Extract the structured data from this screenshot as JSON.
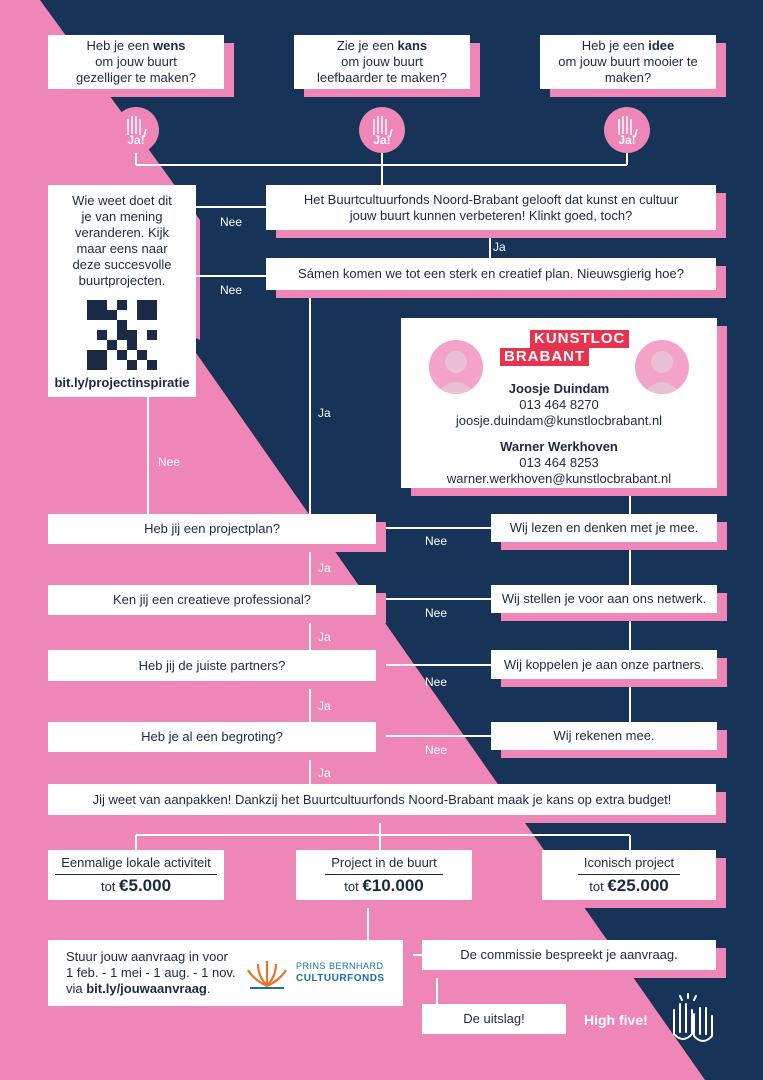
{
  "questions": {
    "wens": {
      "pre": "Heb je een ",
      "bold": "wens",
      "post": "om jouw buurt gezelliger te maken?"
    },
    "kans": {
      "pre": "Zie je een ",
      "bold": "kans",
      "post": "om jouw buurt leefbaarder te maken?"
    },
    "idee": {
      "pre": "Heb je een ",
      "bold": "idee",
      "post": "om jouw buurt mooier te maken?"
    }
  },
  "ja_badge": "Ja!",
  "belief": "Het Buurtcultuurfonds Noord-Brabant gelooft dat kunst en cultuur jouw buurt kunnen verbeteren! Klinkt goed, toch?",
  "together": "Sámen komen we tot een sterk en creatief plan. Nieuwsgierig hoe?",
  "inspiration": {
    "text": "Wie weet doet dit je van mening veranderen. Kijk maar eens naar deze succesvolle buurtprojecten.",
    "link": "bit.ly/projectinspiratie"
  },
  "labels": {
    "ja": "Ja",
    "nee": "Nee",
    "high_five": "High five!"
  },
  "contact": {
    "logo_top": "KUNSTLOC",
    "logo_bottom": "BRABANT",
    "person1": {
      "name": "Joosje Duindam",
      "phone": "013 464 8270",
      "email": "joosje.duindam@kunstlocbrabant.nl"
    },
    "person2": {
      "name": "Warner Werkhoven",
      "phone": "013 464 8253",
      "email": "warner.werkhoven@kunstlocbrabant.nl"
    }
  },
  "steps": [
    {
      "question": "Heb jij een projectplan?",
      "answer": "Wij lezen en denken met je mee."
    },
    {
      "question": "Ken jij een creatieve professional?",
      "answer": "Wij stellen je voor aan ons netwerk."
    },
    {
      "question": "Heb jij de juiste partners?",
      "answer": "Wij koppelen je aan onze partners."
    },
    {
      "question": "Heb je al een begroting?",
      "answer": "Wij rekenen mee."
    }
  ],
  "conclusion": "Jij weet van aanpakken! Dankzij het Buurtcultuurfonds Noord-Brabant maak je kans op extra budget!",
  "budgets": [
    {
      "title": "Eenmalige lokale activiteit",
      "prefix": "tot ",
      "amount": "€5.000"
    },
    {
      "title": "Project in de buurt",
      "prefix": "tot ",
      "amount": "€10.000"
    },
    {
      "title": "Iconisch project",
      "prefix": "tot ",
      "amount": "€25.000"
    }
  ],
  "apply": {
    "line1": "Stuur jouw aanvraag in voor",
    "line2": "1 feb. - 1 mei - 1 aug. - 1 nov.",
    "via": "via ",
    "link": "bit.ly/jouwaanvraag",
    "end": "."
  },
  "fund_logo": {
    "top": "PRINS BERNHARD",
    "bottom": "CULTUURFONDS"
  },
  "commission": "De commissie bespreekt je aanvraag.",
  "result": "De uitslag!",
  "colors": {
    "navy": "#173357",
    "pink": "#ef86b8",
    "white": "#ffffff",
    "text": "#1b2a44",
    "logo_red": "#e8334f",
    "fund_orange": "#e8732c"
  }
}
